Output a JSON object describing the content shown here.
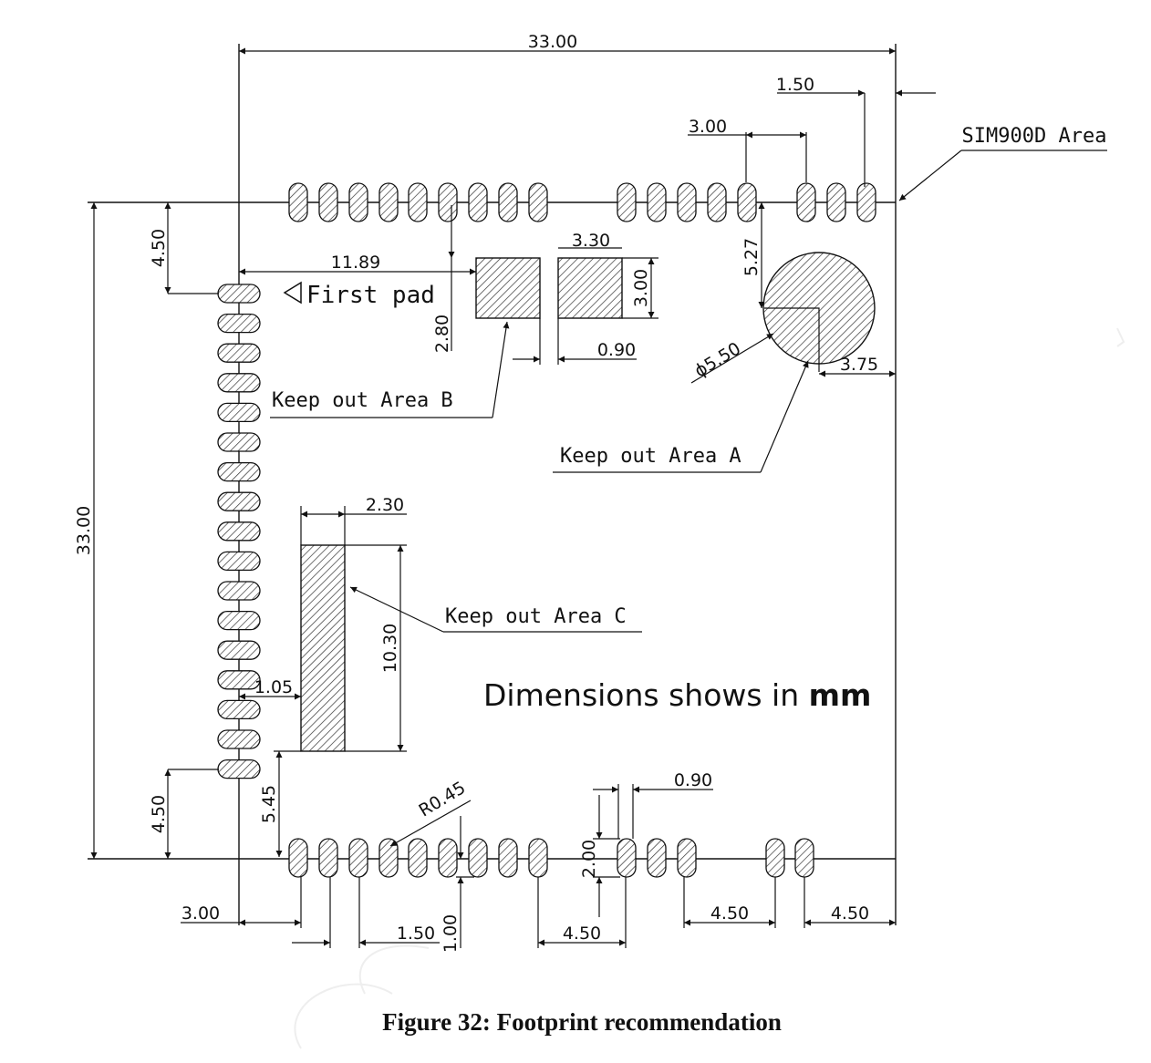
{
  "diagram": {
    "labels": {
      "module_area": "SIM900D Area",
      "first_pad": "First pad",
      "keepout_a": "Keep out Area A",
      "keepout_b": "Keep out Area B",
      "keepout_c": "Keep out Area C",
      "units_prefix": "Dimensions shows in ",
      "units_suffix": "mm"
    },
    "dimensions": {
      "overall_width": "33.00",
      "overall_height": "33.00",
      "top_right_margin": "1.50",
      "top_pitch": "3.00",
      "top_to_first_pad": "4.50",
      "first_pad_x": "11.89",
      "keepout_b_width": "3.30",
      "keepout_b_height": "3.00",
      "keepout_b_offset": "2.80",
      "keepout_b_gap": "0.90",
      "keepout_a_offset": "5.27",
      "keepout_a_diameter": "ϕ5.50",
      "keepout_a_edge": "3.75",
      "keepout_c_width": "2.30",
      "keepout_c_height": "10.30",
      "keepout_c_offset": "1.05",
      "bottom_to_last_pad": "4.50",
      "bottom_offset": "5.45",
      "pad_radius": "R0.45",
      "pad_width": "0.90",
      "pad_length": "2.00",
      "bottom_left_margin": "3.00",
      "pad_pitch": "1.50",
      "pad_protrusion": "1.00",
      "bottom_gap_1": "4.50",
      "bottom_gap_2": "4.50",
      "bottom_gap_3": "4.50"
    }
  },
  "caption": "Figure 32: Footprint recommendation"
}
